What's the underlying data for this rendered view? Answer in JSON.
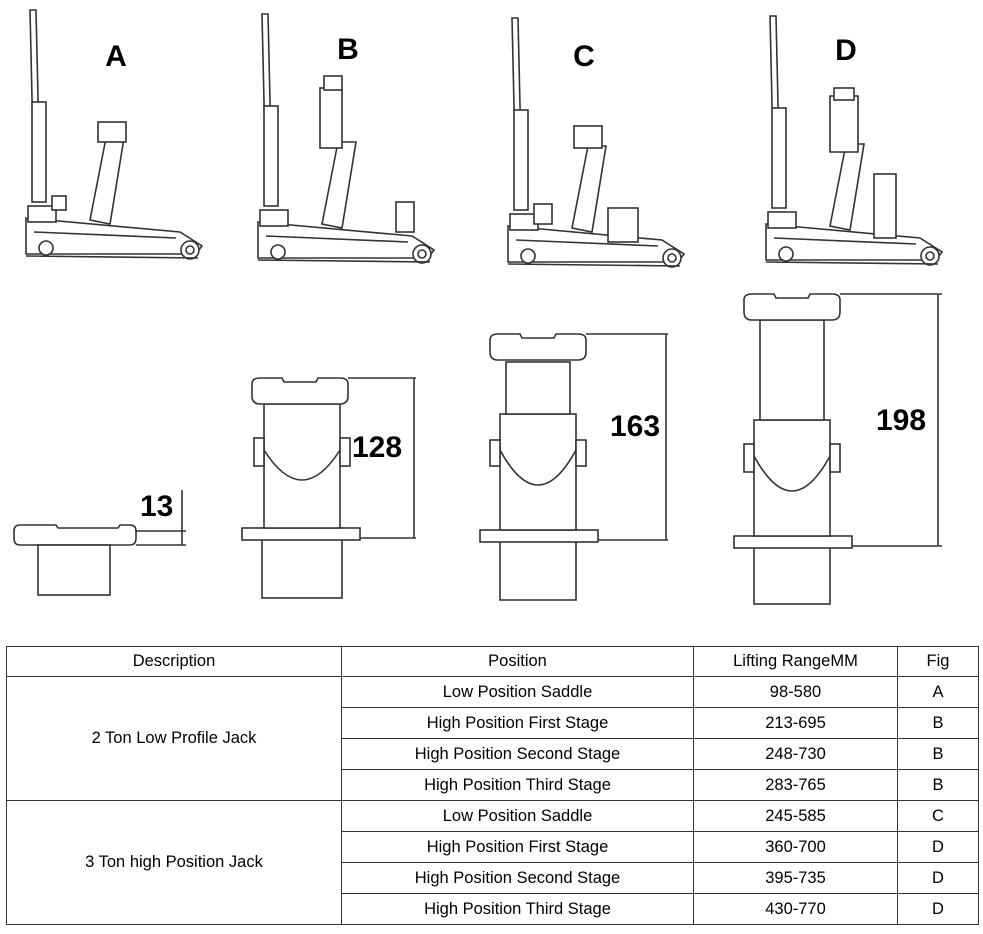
{
  "figures": [
    {
      "letter": "A",
      "dimension": "13"
    },
    {
      "letter": "B",
      "dimension": "128"
    },
    {
      "letter": "C",
      "dimension": "163"
    },
    {
      "letter": "D",
      "dimension": "198"
    }
  ],
  "table": {
    "headers": [
      "Description",
      "Position",
      "Lifting RangeMM",
      "Fig"
    ],
    "groups": [
      {
        "description": "2 Ton Low  Profile Jack",
        "rows": [
          {
            "position": "Low Position Saddle",
            "range": "98-580",
            "fig": "A"
          },
          {
            "position": "High Position First Stage",
            "range": "213-695",
            "fig": "B"
          },
          {
            "position": "High Position Second Stage",
            "range": "248-730",
            "fig": "B"
          },
          {
            "position": "High Position Third Stage",
            "range": "283-765",
            "fig": "B"
          }
        ]
      },
      {
        "description": "3 Ton high Position Jack",
        "rows": [
          {
            "position": "Low Position Saddle",
            "range": "245-585",
            "fig": "C"
          },
          {
            "position": "High Position First Stage",
            "range": "360-700",
            "fig": "D"
          },
          {
            "position": "High Position Second Stage",
            "range": "395-735",
            "fig": "D"
          },
          {
            "position": "High Position Third Stage",
            "range": "430-770",
            "fig": "D"
          }
        ]
      }
    ]
  }
}
